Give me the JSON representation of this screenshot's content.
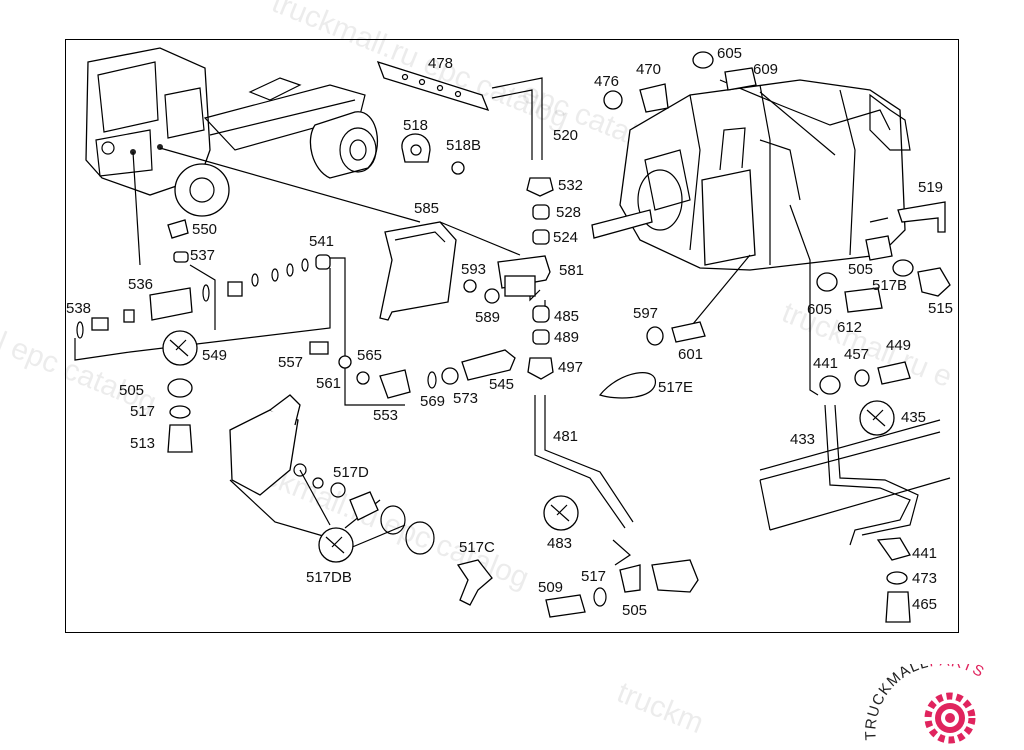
{
  "watermarks": [
    "truckmall.ru epc catalog",
    "l epc catalog",
    "epc catalog",
    "truckmall.ru e",
    "truckmall.ru epc catalog",
    "truckm"
  ],
  "brand": {
    "part1": "TRUCKMALL",
    "part2": "PARTS",
    "accent": "#e0245e",
    "dark": "#222222"
  },
  "labels": [
    "478",
    "470",
    "476",
    "605",
    "609",
    "518",
    "518B",
    "520",
    "532",
    "528",
    "524",
    "585",
    "593",
    "581",
    "589",
    "485",
    "489",
    "497",
    "550",
    "537",
    "541",
    "536",
    "538",
    "549",
    "557",
    "565",
    "561",
    "553",
    "569",
    "573",
    "545",
    "505",
    "517",
    "513",
    "517D",
    "517DB",
    "517C",
    "481",
    "483",
    "509",
    "517",
    "505",
    "517E",
    "597",
    "601",
    "519",
    "605",
    "612",
    "505",
    "517B",
    "515",
    "441",
    "457",
    "449",
    "435",
    "433",
    "441",
    "473",
    "465"
  ]
}
